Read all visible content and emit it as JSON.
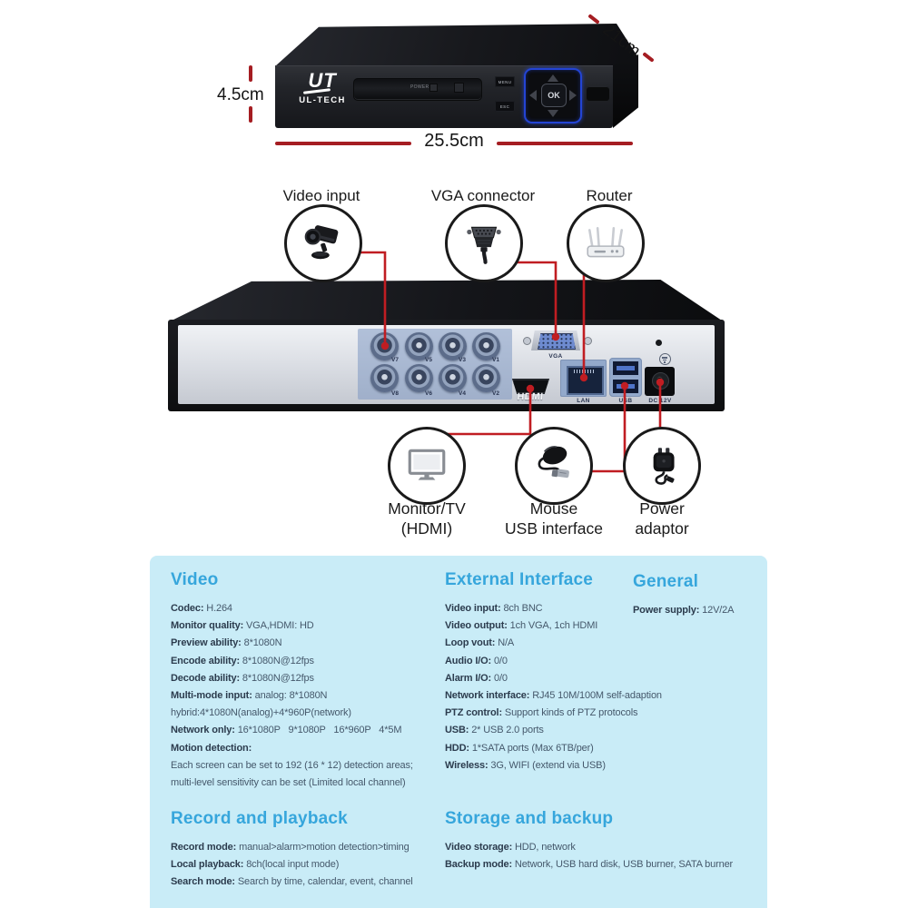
{
  "front_view": {
    "brand_logo": "UT",
    "brand_name": "UL-TECH",
    "power_label": "POWER",
    "menu_button": "MENU",
    "esc_button": "ESC",
    "ok_button": "OK",
    "dimensions": {
      "height": "4.5cm",
      "width": "25.5cm",
      "depth": "21cm"
    }
  },
  "callouts": {
    "top": [
      {
        "label": "Video input",
        "icon": "camera-icon"
      },
      {
        "label": "VGA connector",
        "icon": "vga-plug-icon"
      },
      {
        "label": "Router",
        "icon": "router-icon"
      }
    ],
    "bottom": [
      {
        "line1": "Monitor/TV",
        "line2": "(HDMI)",
        "icon": "monitor-icon"
      },
      {
        "line1": "Mouse",
        "line2": "USB interface",
        "icon": "mouse-icon"
      },
      {
        "line1": "Power",
        "line2": "adaptor",
        "icon": "power-adapter-icon"
      }
    ]
  },
  "rear_panel": {
    "bnc_labels": [
      "V7",
      "V5",
      "V3",
      "V1",
      "V8",
      "V6",
      "V4",
      "V2"
    ],
    "ports": {
      "vga": "VGA",
      "hdmi": "HDMI",
      "lan": "LAN",
      "usb": "USB",
      "dc": "DC 12V"
    }
  },
  "specs": {
    "video": {
      "title": "Video",
      "rows": [
        {
          "label": "Codec:",
          "value": "H.264"
        },
        {
          "label": "Monitor quality:",
          "value": "VGA,HDMI: HD"
        },
        {
          "label": "Preview ability:",
          "value": "8*1080N"
        },
        {
          "label": "Encode ability:",
          "value": "8*1080N@12fps"
        },
        {
          "label": "Decode ability:",
          "value": "8*1080N@12fps"
        },
        {
          "label": "Multi-mode input:",
          "value": "analog: 8*1080N"
        },
        {
          "label": "",
          "value": "hybrid:4*1080N(analog)+4*960P(network)"
        },
        {
          "label": "Network only:",
          "value": "16*1080P   9*1080P   16*960P   4*5M"
        },
        {
          "label": "Motion detection:",
          "value": ""
        },
        {
          "label": "",
          "value": "Each screen can be set to 192 (16 * 12) detection areas;"
        },
        {
          "label": "",
          "value": "multi-level sensitivity can be set (Limited local channel)"
        }
      ]
    },
    "external": {
      "title": "External Interface",
      "rows": [
        {
          "label": "Video input:",
          "value": "8ch BNC"
        },
        {
          "label": "Video output:",
          "value": "1ch VGA, 1ch HDMI"
        },
        {
          "label": "Loop vout:",
          "value": "N/A"
        },
        {
          "label": "Audio I/O:",
          "value": "0/0"
        },
        {
          "label": "Alarm I/O:",
          "value": "0/0"
        },
        {
          "label": "Network interface:",
          "value": "RJ45 10M/100M self-adaption"
        },
        {
          "label": "PTZ control:",
          "value": "Support kinds of PTZ protocols"
        },
        {
          "label": "USB:",
          "value": "2* USB 2.0 ports"
        },
        {
          "label": "HDD:",
          "value": "1*SATA ports (Max 6TB/per)"
        },
        {
          "label": "Wireless:",
          "value": "3G, WIFI (extend via USB)"
        }
      ]
    },
    "general": {
      "title": "General",
      "rows": [
        {
          "label": "Power supply:",
          "value": "12V/2A"
        }
      ]
    },
    "record": {
      "title": "Record and playback",
      "rows": [
        {
          "label": "Record mode:",
          "value": "manual>alarm>motion detection>timing"
        },
        {
          "label": "Local playback:",
          "value": "8ch(local input mode)"
        },
        {
          "label": "Search mode:",
          "value": "Search by time, calendar, event, channel"
        }
      ]
    },
    "storage": {
      "title": "Storage and backup",
      "rows": [
        {
          "label": "Video storage:",
          "value": "HDD, network"
        },
        {
          "label": "Backup mode:",
          "value": "Network, USB hard disk, USB burner, SATA burner"
        }
      ]
    }
  },
  "colors": {
    "panel_bg": "#c9ecf7",
    "heading_blue": "#36a6dc",
    "callout_red": "#c01d22",
    "dimension_red": "#a51d22",
    "dpad_blue": "#2344d4"
  }
}
